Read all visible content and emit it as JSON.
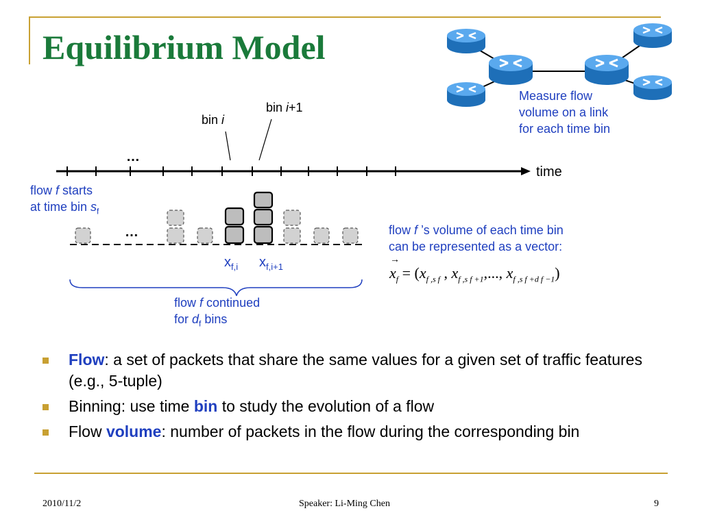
{
  "title": "Equilibrium Model",
  "network_caption": [
    "Measure flow",
    "volume on a link",
    "for each time bin"
  ],
  "timeline": {
    "bin_i": "bin ",
    "bin_i_var": "i",
    "bin_i1": "bin ",
    "bin_i1_var": "i",
    "bin_i1_suffix": "+1",
    "ellipsis": "…",
    "time_label": "time"
  },
  "flow_start": {
    "line1_a": "flow ",
    "line1_var": "f",
    "line1_b": " starts",
    "line2_a": "at time bin ",
    "line2_var": "s",
    "line2_sub": "f"
  },
  "bins": {
    "ellipsis": "…",
    "x_fi_main": "x",
    "x_fi_sub": "f,i",
    "x_fi1_main": "x",
    "x_fi1_sub": "f,i+1"
  },
  "flow_continued": {
    "line1_a": "flow ",
    "line1_var": "f",
    "line1_b": " continued",
    "line2_a": "for ",
    "line2_var": "d",
    "line2_sub": "f",
    "line2_b": " bins"
  },
  "vector_desc": {
    "line1_a": "flow ",
    "line1_var": "f",
    "line1_b": " ’s volume of each time bin",
    "line2": "can be represented as a vector:"
  },
  "formula": {
    "lhs": "x",
    "lhs_sub": "f",
    "eq": " = (",
    "t1": "x",
    "t1_sub": "f ,s f",
    "sep1": " , ",
    "t2": "x",
    "t2_sub": "f ,s f +1",
    "sep2": ",..., ",
    "t3": "x",
    "t3_sub": "f ,s f +d f −1",
    "close": ")"
  },
  "bullets": [
    {
      "bold": "Flow",
      "rest": ": a set of packets that share the same values for a given set of traffic features (e.g., 5-tuple)"
    },
    {
      "pre": "Binning: use time ",
      "bold": "bin",
      "rest": " to study the evolution of a flow"
    },
    {
      "pre": "Flow ",
      "bold": "volume",
      "rest": ": number of packets in the flow during the corresponding bin"
    }
  ],
  "footer": {
    "date": "2010/11/2",
    "speaker": "Speaker: Li-Ming Chen",
    "page": "9"
  },
  "colors": {
    "title": "#1a7a3a",
    "label_blue": "#1f3fbf",
    "accent_gold": "#c8a032",
    "router_blue": "#2a8ad8"
  }
}
